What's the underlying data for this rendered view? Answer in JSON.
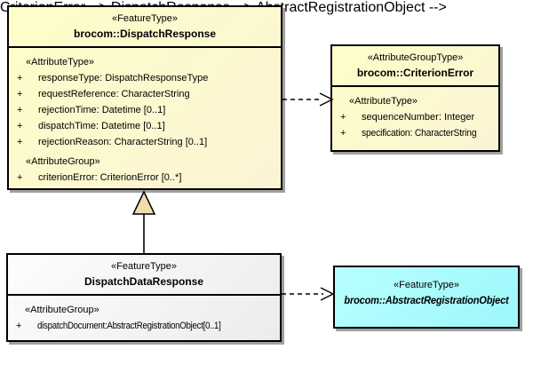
{
  "colors": {
    "class_fill_yellow_light": "#fefdc8",
    "class_fill_yellow_dark": "#fbf4d5",
    "class_fill_gray_light": "#fdfdfd",
    "class_fill_gray_dark": "#ececec",
    "class_fill_cyan_light": "#b8ffff",
    "class_fill_cyan_dark": "#9df7fb",
    "border": "#000000",
    "shadow": "#a0a0a0",
    "generalization_triangle_fill": "#f2dcae"
  },
  "classes": {
    "dispatchResponse": {
      "stereotype": "«FeatureType»",
      "name": "brocom::DispatchResponse",
      "sections": [
        {
          "heading": "«AttributeType»",
          "attributes": [
            {
              "vis": "+",
              "text": "responseType: DispatchResponseType"
            },
            {
              "vis": "+",
              "text": "requestReference: CharacterString"
            },
            {
              "vis": "+",
              "text": "rejectionTime: Datetime [0..1]"
            },
            {
              "vis": "+",
              "text": "dispatchTime: Datetime [0..1]"
            },
            {
              "vis": "+",
              "text": "rejectionReason: CharacterString [0..1]"
            }
          ]
        },
        {
          "heading": "«AttributeGroup»",
          "attributes": [
            {
              "vis": "+",
              "text": "criterionError: CriterionError [0..*]"
            }
          ]
        }
      ]
    },
    "criterionError": {
      "stereotype": "«AttributeGroupType»",
      "name": "brocom::CriterionError",
      "sections": [
        {
          "heading": "«AttributeType»",
          "attributes": [
            {
              "vis": "+",
              "text": "sequenceNumber: Integer"
            },
            {
              "vis": "+",
              "text": "specification: CharacterString"
            }
          ]
        }
      ]
    },
    "dispatchDataResponse": {
      "stereotype": "«FeatureType»",
      "name": "DispatchDataResponse",
      "sections": [
        {
          "heading": "«AttributeGroup»",
          "attributes": [
            {
              "vis": "+",
              "text": "dispatchDocument:AbstractRegistrationObject[0..1]"
            }
          ]
        }
      ]
    },
    "abstractRegistrationObject": {
      "stereotype": "«FeatureType»",
      "name": "brocom::AbstractRegistrationObject"
    }
  },
  "connectors": [
    {
      "type": "dependency",
      "from": "brocom::DispatchResponse",
      "to": "brocom::CriterionError",
      "line": "dashed",
      "arrowhead": "open"
    },
    {
      "type": "generalization",
      "from": "DispatchDataResponse",
      "to": "brocom::DispatchResponse",
      "line": "solid",
      "arrowhead": "triangle"
    },
    {
      "type": "dependency",
      "from": "DispatchDataResponse",
      "to": "brocom::AbstractRegistrationObject",
      "line": "dashed",
      "arrowhead": "open"
    }
  ]
}
